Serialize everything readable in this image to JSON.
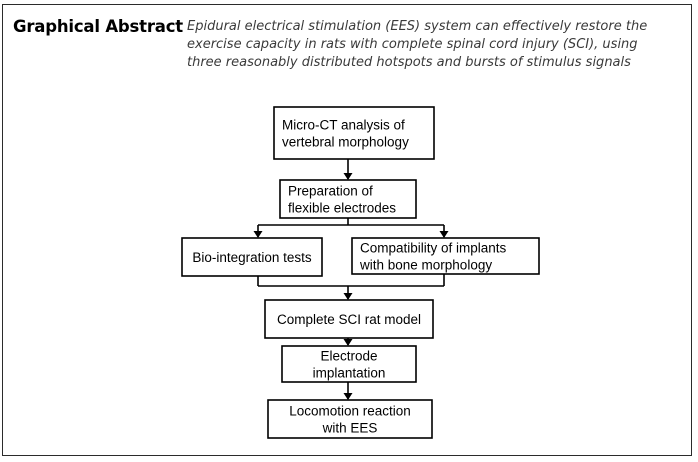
{
  "header": {
    "title": "Graphical Abstract",
    "summary_lines": [
      "Epidural electrical stimulation (EES) system can effectively restore the",
      "exercise capacity in rats with complete spinal cord injury (SCI), using",
      "three reasonably distributed hotspots and bursts of stimulus signals"
    ]
  },
  "flowchart": {
    "steps": [
      {
        "id": "micro-ct",
        "lines": [
          "Micro-CT analysis of",
          "vertebral morphology"
        ]
      },
      {
        "id": "electrodes",
        "lines": [
          "Preparation of",
          "flexible electrodes"
        ]
      },
      {
        "id": "bio-integration",
        "lines": [
          "Bio-integration tests"
        ]
      },
      {
        "id": "compatibility",
        "lines": [
          "Compatibility of implants",
          "with bone morphology"
        ]
      },
      {
        "id": "sci-model",
        "lines": [
          "Complete SCI rat model"
        ]
      },
      {
        "id": "implantation",
        "lines": [
          "Electrode",
          "implantation"
        ]
      },
      {
        "id": "locomotion",
        "lines": [
          "Locomotion reaction",
          "with EES"
        ]
      }
    ],
    "edges": [
      [
        "micro-ct",
        "electrodes"
      ],
      [
        "electrodes",
        "bio-integration"
      ],
      [
        "electrodes",
        "compatibility"
      ],
      [
        "bio-integration",
        "sci-model"
      ],
      [
        "compatibility",
        "sci-model"
      ],
      [
        "sci-model",
        "implantation"
      ],
      [
        "implantation",
        "locomotion"
      ]
    ]
  }
}
